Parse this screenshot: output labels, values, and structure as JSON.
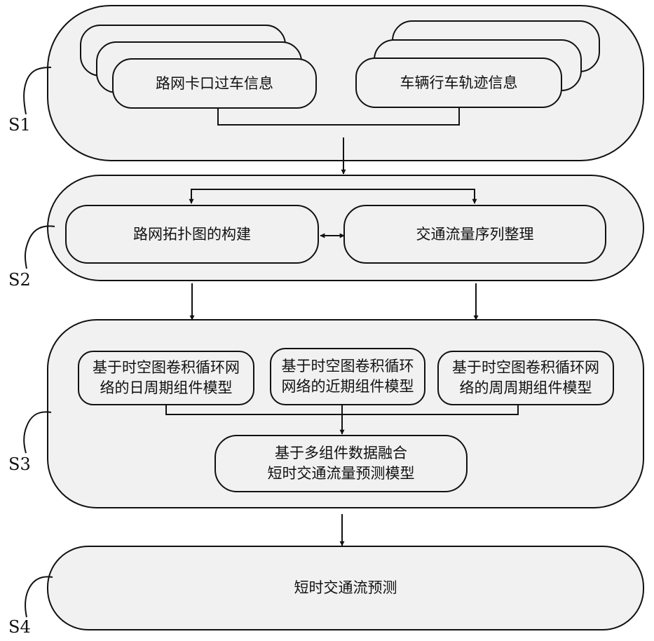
{
  "steps": {
    "s1": {
      "label": "S1",
      "left_box": "路网卡口过车信息",
      "right_box": "车辆行车轨迹信息"
    },
    "s2": {
      "label": "S2",
      "left_box": "路网拓扑图的构建",
      "right_box": "交通流量序列整理"
    },
    "s3": {
      "label": "S3",
      "box1": [
        "基于时空图卷积循环网",
        "络的日周期组件模型"
      ],
      "box2": [
        "基于时空图卷积循环",
        "网络的近期组件模型"
      ],
      "box3": [
        "基于时空图卷积循环网",
        "络的周周期组件模型"
      ],
      "fusion_box": [
        "基于多组件数据融合",
        "短时交通流量预测模型"
      ]
    },
    "s4": {
      "label": "S4",
      "box": "短时交通流预测"
    }
  },
  "colors": {
    "box_fill": "#f1f1f1",
    "stroke": "#111111"
  }
}
